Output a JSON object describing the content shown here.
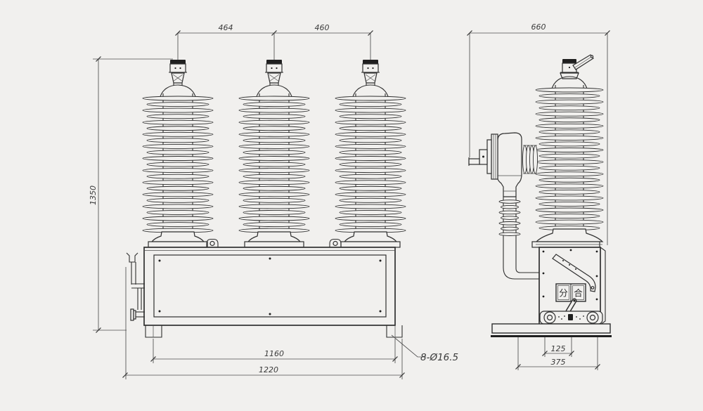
{
  "colors": {
    "paper": "#f1f0ee",
    "ink": "#2f2f2f",
    "dim_line": "#4e4e4e"
  },
  "front_view": {
    "dim_phase_left": "464",
    "dim_phase_right": "460",
    "dim_height": "1350",
    "dim_foot_span": "1160",
    "dim_overall_width": "1220",
    "note_mounting_holes": "8-Ø16.5"
  },
  "side_view": {
    "dim_depth": "660",
    "dim_base_holes": "125",
    "dim_base_width": "375",
    "indicator_open": "分",
    "indicator_close": "合"
  }
}
